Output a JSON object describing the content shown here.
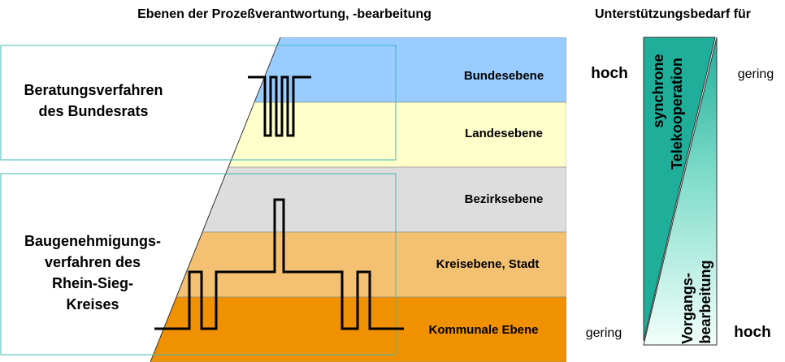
{
  "header": {
    "left_title": "Ebenen der Prozeßverantwortung, -bearbeitung",
    "right_title": "Unterstützungsbedarf für"
  },
  "levels": [
    {
      "label": "Bundesebene",
      "color": "#99ccff"
    },
    {
      "label": "Landesebene",
      "color": "#ffffcc"
    },
    {
      "label": "Bezirksebene",
      "color": "#dddddd"
    },
    {
      "label": "Kreisebene, Stadt",
      "color": "#f4c172"
    },
    {
      "label": "Kommunale Ebene",
      "color": "#ef9100"
    }
  ],
  "process_boxes": {
    "federal": {
      "line1": "Beratungsverfahren",
      "line2": "des Bundesrats"
    },
    "district": {
      "line1": "Baugenehmigungs-",
      "line2": "verfahren des",
      "line3": "Rhein-Sieg-",
      "line4": "Kreises"
    }
  },
  "support": {
    "top_left": "hoch",
    "top_right": "gering",
    "bottom_left": "gering",
    "bottom_right": "hoch",
    "upper_line1": "synchrone",
    "upper_line2": "Telekooperation",
    "lower_line1": "Vorgangs-",
    "lower_line2": "bearbeitung"
  },
  "colors": {
    "teal": "#1fae9a",
    "teal_light": "#bdeee4",
    "box_border": "#3fb8b8"
  }
}
